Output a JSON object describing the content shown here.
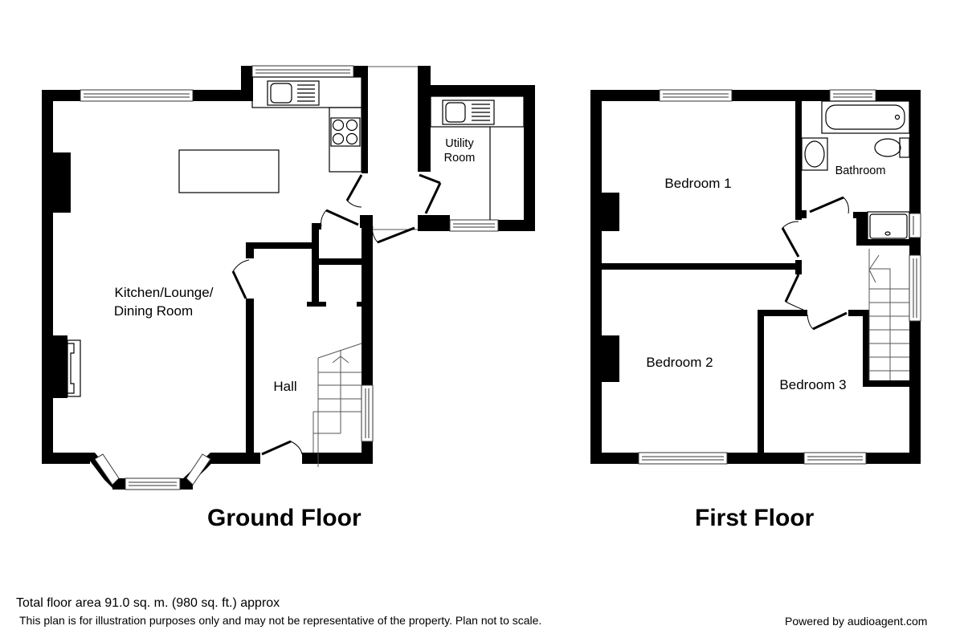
{
  "ground_floor": {
    "title": "Ground Floor",
    "rooms": {
      "kitchen_lounge_line1": "Kitchen/Lounge/",
      "kitchen_lounge_line2": "Dining Room",
      "utility_line1": "Utility",
      "utility_line2": "Room",
      "hall": "Hall"
    }
  },
  "first_floor": {
    "title": "First Floor",
    "rooms": {
      "bedroom1": "Bedroom 1",
      "bedroom2": "Bedroom 2",
      "bedroom3": "Bedroom 3",
      "bathroom": "Bathroom"
    }
  },
  "footer": {
    "total_area": "Total floor area 91.0 sq. m. (980 sq. ft.) approx",
    "disclaimer": "This plan is for illustration purposes only and may not be representative of the property. Plan not to scale.",
    "powered_by": "Powered by audioagent.com"
  },
  "colors": {
    "wall": "#000000",
    "background": "#ffffff"
  }
}
